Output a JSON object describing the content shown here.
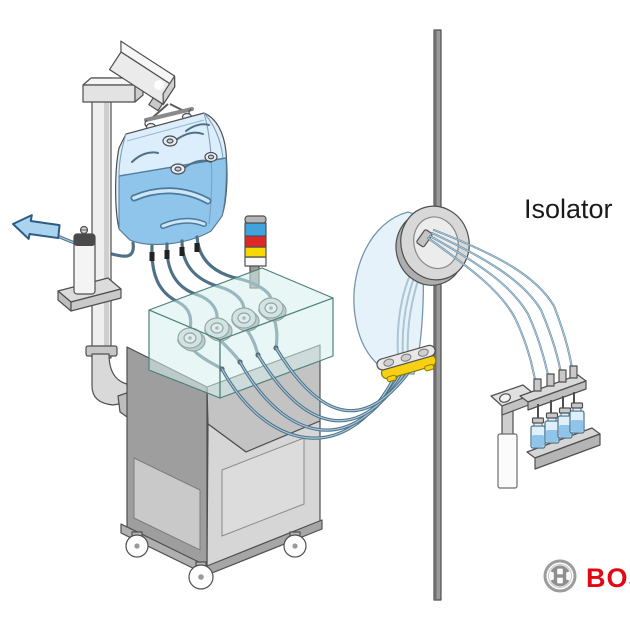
{
  "labels": {
    "isolator": "Isolator"
  },
  "brand": {
    "visible_text": "BOS"
  },
  "colors": {
    "liquid": "#8fc5ea",
    "bag-film": "#dceefb",
    "glass": "#d5f0ec",
    "tube": "#4f7187",
    "tube-hl": "#a5c8dc",
    "arrow": "#a9d3ee",
    "arrow-edge": "#2a5d85",
    "signal-blue": "#41a3dd",
    "signal-red": "#e02727",
    "signal-yellow": "#f7d900",
    "signal-white": "#fafafa",
    "clamp-yellow": "#f7d014",
    "logo-red": "#e30613",
    "wall": "#9a9a9a",
    "ink": "#1a1a1a"
  },
  "system": {
    "pump_heads": 4,
    "supply_tubes": 4,
    "filling_needles": 4,
    "vials": 4,
    "signal_tower_segments": [
      "blue",
      "red",
      "yellow",
      "white"
    ]
  }
}
